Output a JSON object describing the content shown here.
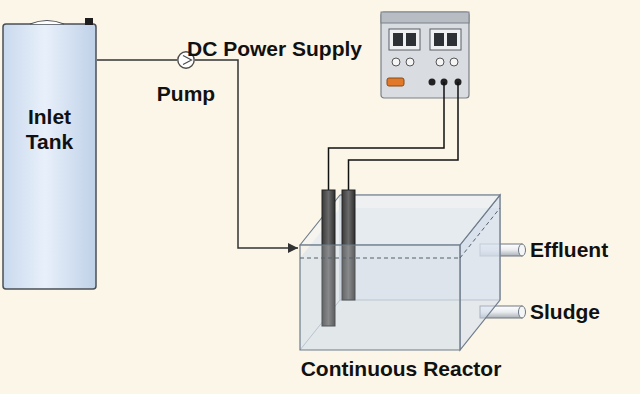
{
  "diagram": {
    "nodes": [
      {
        "text": [
          "Inlet Tank"
        ]
      },
      {
        "text": [
          "Pump"
        ]
      },
      {
        "text": [
          "DC Power Supply"
        ]
      },
      {
        "text": [
          "Continuous Reactor"
        ]
      }
    ],
    "edges": [
      {
        "from": 0,
        "to": 1,
        "arrow": "none"
      },
      {
        "from": 1,
        "to": 3,
        "arrow": "to"
      },
      {
        "from": 2,
        "to": 3,
        "arrow": "none"
      },
      {
        "from": 2,
        "to": 3,
        "arrow": "none"
      }
    ],
    "labels": [
      "Effluent",
      "Sludge"
    ]
  }
}
